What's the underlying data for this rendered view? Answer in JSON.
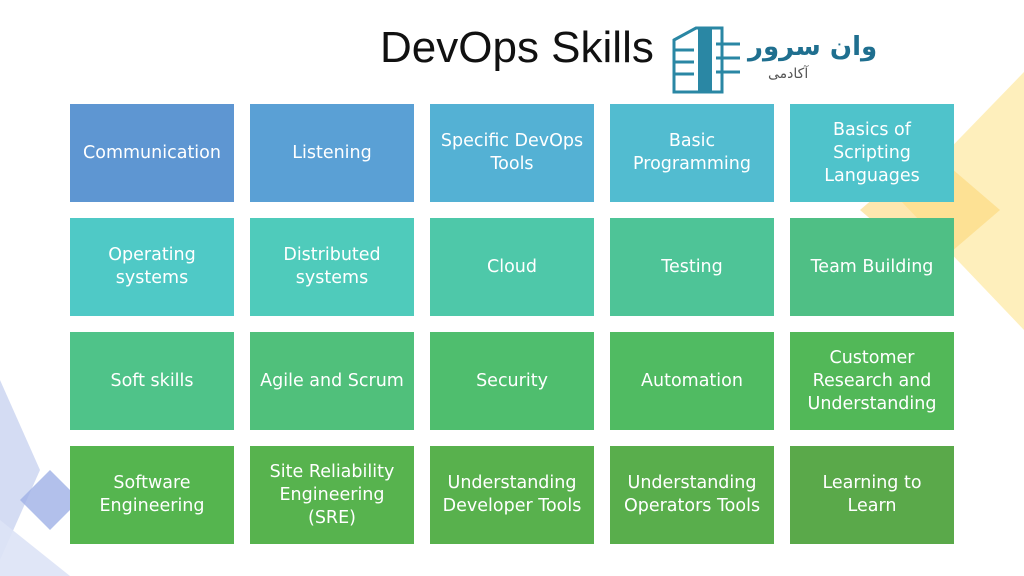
{
  "title": "DevOps Skills",
  "logo": {
    "name_text": "وان سرور",
    "sub_text": "آکادمی"
  },
  "grid": {
    "rows": [
      [
        "Communication",
        "Listening",
        "Specific DevOps Tools",
        "Basic Programming",
        "Basics of Scripting Languages"
      ],
      [
        "Operating systems",
        "Distributed systems",
        "Cloud",
        "Testing",
        "Team Building"
      ],
      [
        "Soft skills",
        "Agile and Scrum",
        "Security",
        "Automation",
        "Customer Research and Understanding"
      ],
      [
        "Software Engineering",
        "Site Reliability Engineering (SRE)",
        "Understanding Developer Tools",
        "Understanding Operators Tools",
        "Learning to Learn"
      ]
    ],
    "colors": [
      [
        "#5e96d2",
        "#5aa0d5",
        "#54b1d4",
        "#52bcd0",
        "#4fc3cb"
      ],
      [
        "#4fc9c6",
        "#4fcbbb",
        "#4ec8a9",
        "#4ec497",
        "#4fbf85"
      ],
      [
        "#4fc389",
        "#50c07b",
        "#4fbe6e",
        "#50bb62",
        "#52b858"
      ],
      [
        "#55b54f",
        "#57b34e",
        "#58b14d",
        "#59ae4c",
        "#5aa94a"
      ]
    ]
  },
  "colors": {
    "title": "#111111",
    "logo_primary": "#1f6f8f",
    "deco_yellow": "#fde9a6",
    "deco_blue": "#c9d3f0"
  }
}
